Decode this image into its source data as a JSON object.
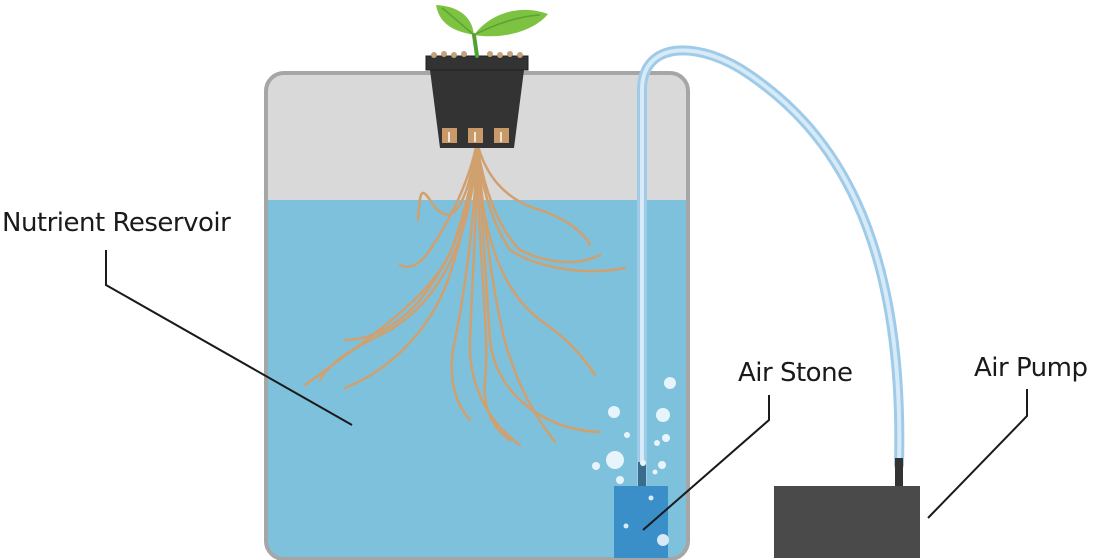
{
  "labels": {
    "nutrient_reservoir": "Nutrient Reservoir",
    "air_stone": "Air Stone",
    "air_pump": "Air Pump"
  },
  "colors": {
    "water": "#7ec1dd",
    "air_gap": "#d9d9d9",
    "tank_border": "#a6a6a6",
    "pot": "#333333",
    "leaf": "#7ec242",
    "root": "#d1a06f",
    "air_stone": "#3a8fc9",
    "air_pump": "#4a4a4a",
    "tube": "#9fcbe9",
    "leader_line": "#1a1a1a"
  }
}
